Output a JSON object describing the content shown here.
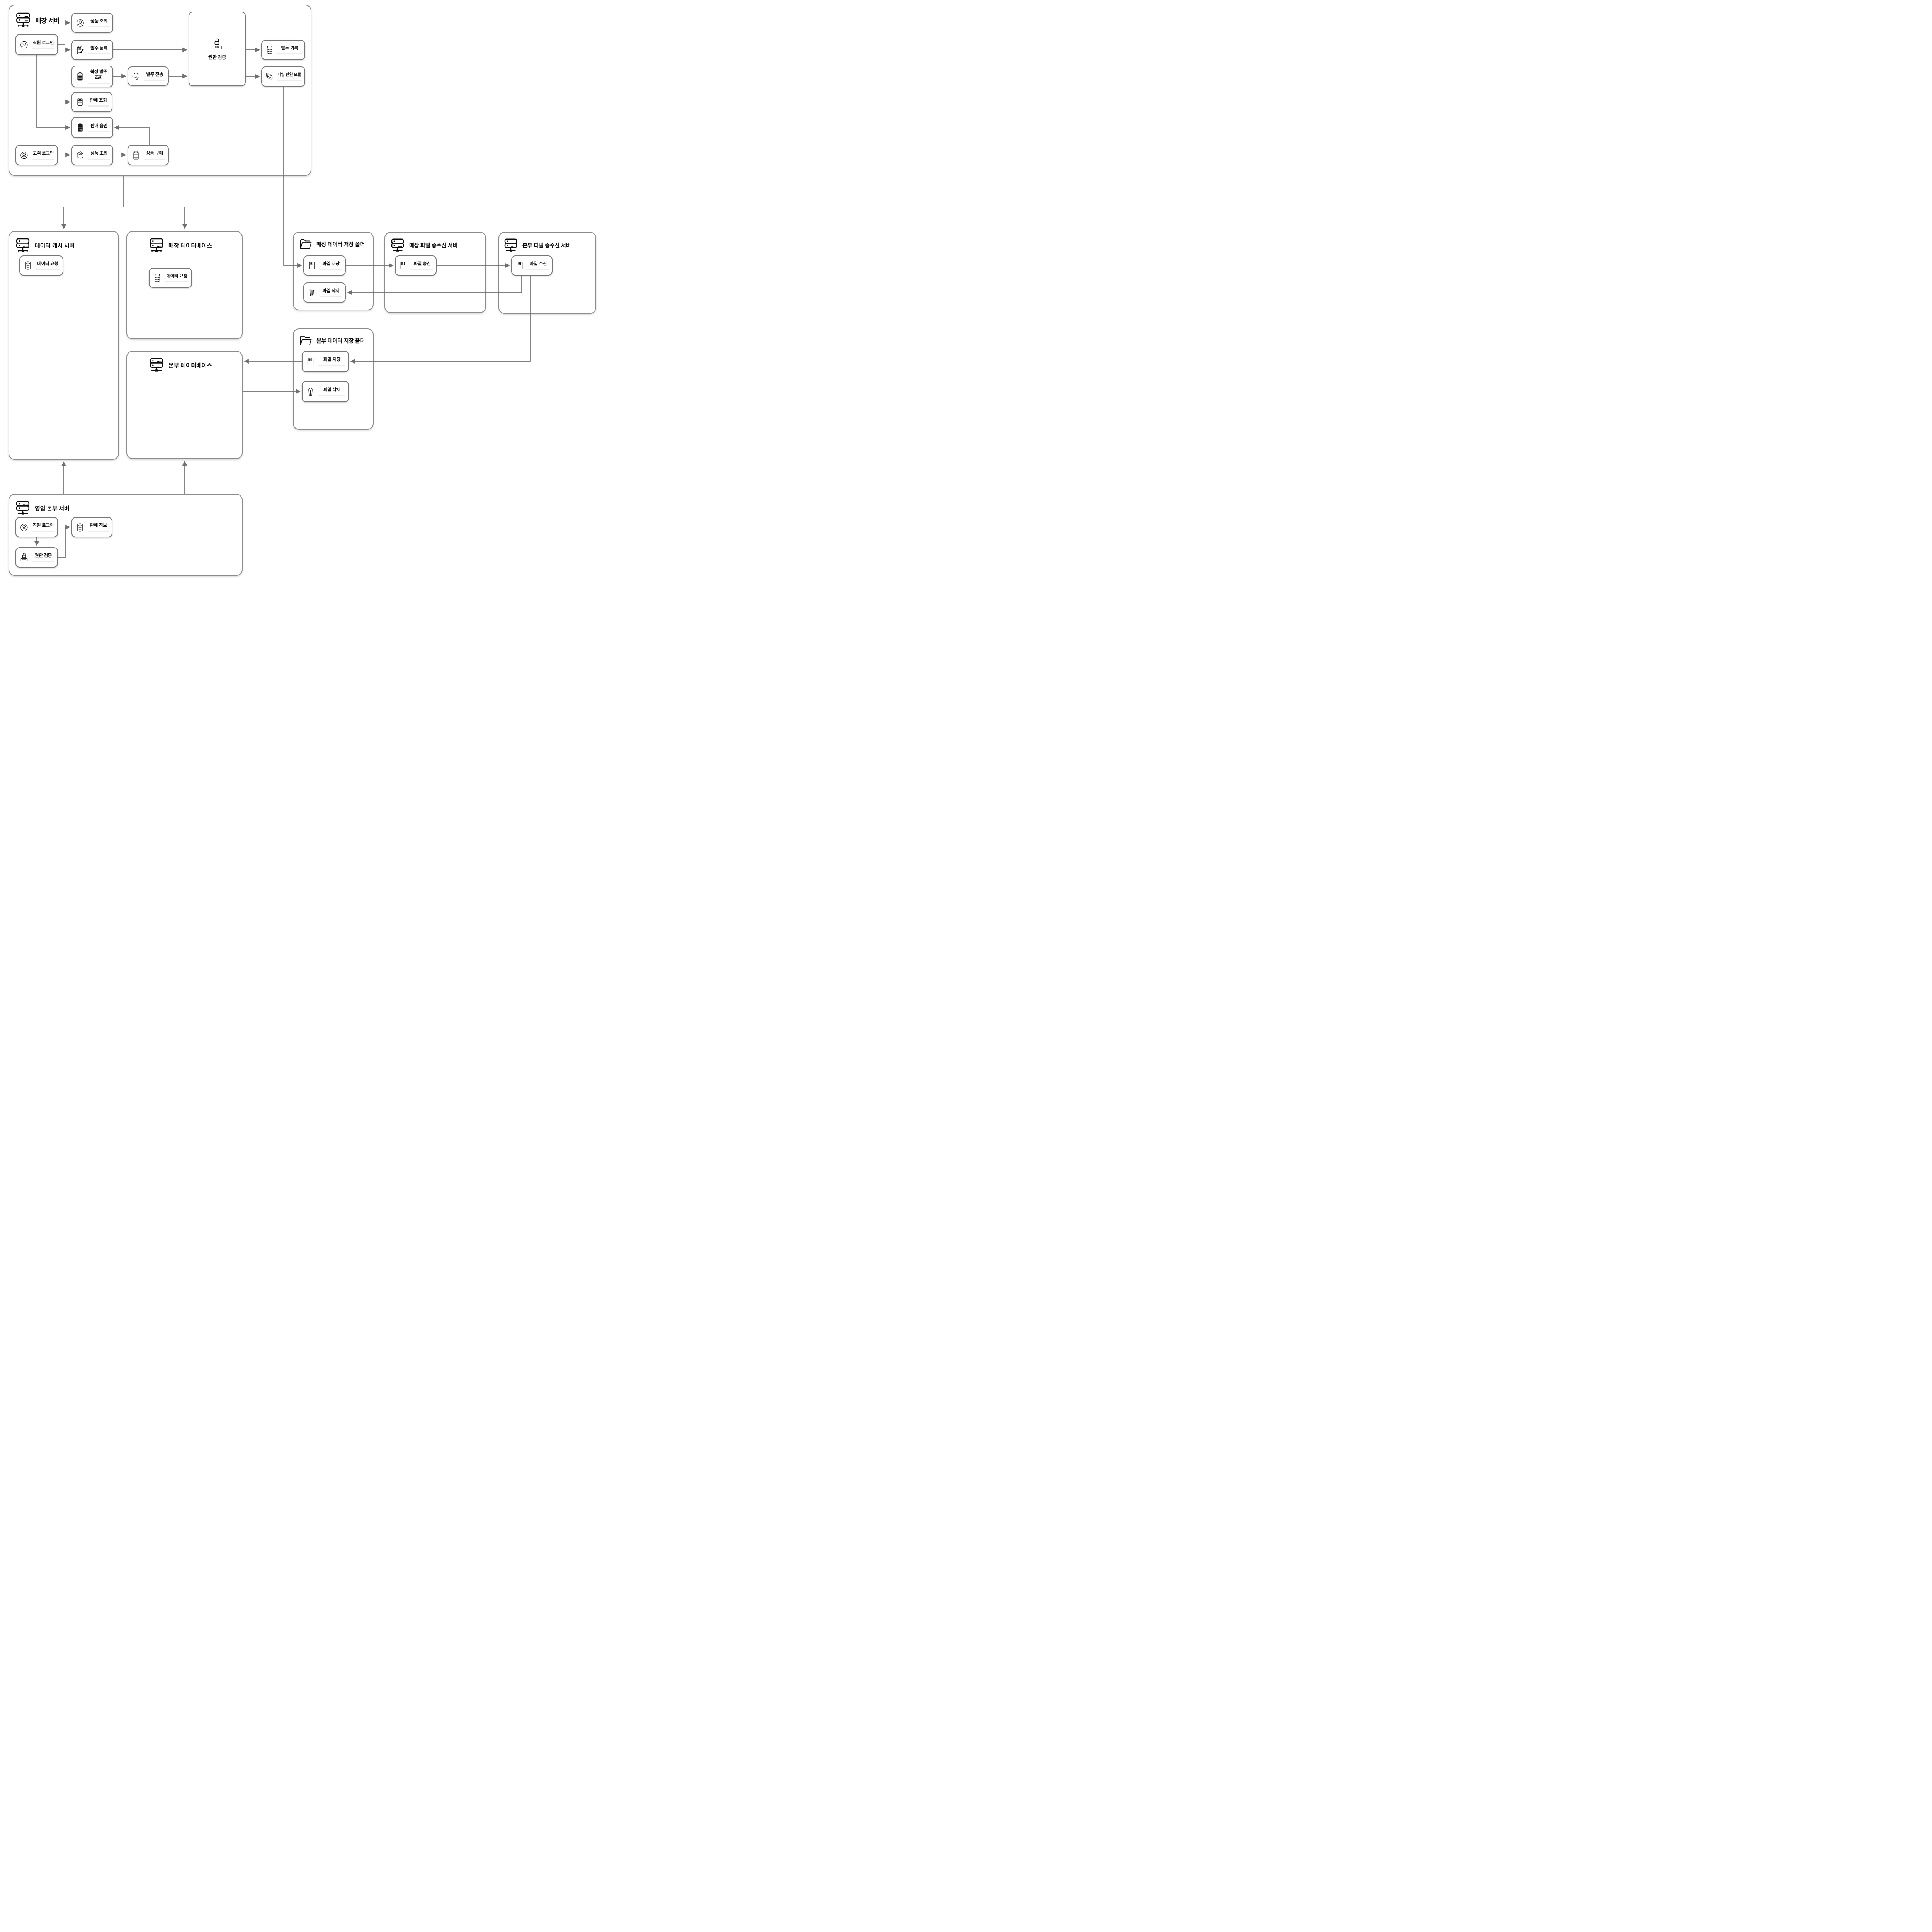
{
  "containers": {
    "store_server": {
      "title": "매장 서버",
      "nodes": {
        "employee_login": "직원 로그인",
        "product_lookup": "상품 조회",
        "order_register": "발주 등록",
        "confirmed_order_lookup": "확정 발주 조회",
        "order_send": "발주 전송",
        "auth_check": "권한 검증",
        "order_record": "발주 기록",
        "file_convert_module": "파일 변환 모듈",
        "sales_lookup": "판매 조회",
        "sales_approve": "판매 승인",
        "customer_login": "고객 로그인",
        "product_lookup_customer": "상품 조회",
        "product_purchase": "상품 구매"
      }
    },
    "data_cache_server": {
      "title": "데이터 캐시 서버",
      "nodes": {
        "data_request": "데이터 요청"
      }
    },
    "store_database": {
      "title": "매장 데이터베이스",
      "nodes": {
        "data_request": "데이터 요청"
      }
    },
    "store_data_folder": {
      "title": "매장 데이터 저장 폴더",
      "nodes": {
        "file_save": "파일 저장",
        "file_delete": "파일 삭제"
      }
    },
    "store_file_server": {
      "title": "매장 파일 송수신 서버",
      "nodes": {
        "file_send": "파일 송신"
      }
    },
    "hq_file_server": {
      "title": "본부 파일 송수신 서버",
      "nodes": {
        "file_receive": "파일 수신"
      }
    },
    "hq_data_folder": {
      "title": "본부 데이터 저장 폴더",
      "nodes": {
        "file_save": "파일 저장",
        "file_delete": "파일 삭제"
      }
    },
    "hq_database": {
      "title": "본부 데이터베이스"
    },
    "hq_sales_server": {
      "title": "영업 본부 서버",
      "nodes": {
        "employee_login": "직원 로그인",
        "sales_info": "판매 정보",
        "auth_check": "권한 검증"
      }
    }
  },
  "icons": {
    "password_mask": "***",
    "legend": {
      "server-icon": "rack server with network stand",
      "person-icon": "user avatar in circle",
      "clipboard-icon": "clipboard with lines",
      "clipboard-pencil-icon": "clipboard with pencil (register)",
      "clipboard-check-icon": "clipboard with checkmark (approve)",
      "package-box-icon": "3d package box",
      "database-icon": "database cylinder",
      "lock-password-icon": "open padlock over password field",
      "cloud-transfer-icon": "cloud with up/down arrows",
      "file-convert-icon": "document-image conversion arrows",
      "floppy-icon": "floppy disk",
      "trash-icon": "trash can",
      "folder-icon": "open folder"
    }
  },
  "edges": [
    {
      "from": "store.employee_login",
      "to": "store.product_lookup"
    },
    {
      "from": "store.employee_login",
      "to": "store.order_register"
    },
    {
      "from": "store.order_register",
      "to": "store.auth_check"
    },
    {
      "from": "store.confirmed_order_lookup",
      "to": "store.order_send"
    },
    {
      "from": "store.order_send",
      "to": "store.auth_check"
    },
    {
      "from": "store.auth_check",
      "to": "store.order_record"
    },
    {
      "from": "store.auth_check",
      "to": "store.file_convert_module"
    },
    {
      "from": "store.employee_login",
      "to": "store.sales_lookup"
    },
    {
      "from": "store.employee_login",
      "to": "store.sales_approve"
    },
    {
      "from": "store.customer_login",
      "to": "store.product_lookup_customer"
    },
    {
      "from": "store.product_lookup_customer",
      "to": "store.product_purchase"
    },
    {
      "from": "store.product_purchase",
      "to": "store.sales_approve"
    },
    {
      "from": "store_server",
      "to": "data_cache_server"
    },
    {
      "from": "store_server",
      "to": "store_database"
    },
    {
      "from": "store.file_convert_module",
      "to": "store_folder.file_save"
    },
    {
      "from": "store_folder.file_save",
      "to": "store_file_server.file_send"
    },
    {
      "from": "store_file_server.file_send",
      "to": "hq_file_server.file_receive"
    },
    {
      "from": "hq_file_server.file_receive",
      "to": "store_folder.file_delete"
    },
    {
      "from": "hq_file_server.file_receive",
      "to": "hq_folder.file_save"
    },
    {
      "from": "hq_folder.file_save",
      "to": "hq_database"
    },
    {
      "from": "hq_database",
      "to": "hq_folder.file_delete"
    },
    {
      "from": "hq_sales_server",
      "to": "data_cache_server"
    },
    {
      "from": "hq_sales_server",
      "to": "hq_database"
    },
    {
      "from": "hq.employee_login",
      "to": "hq.auth_check"
    },
    {
      "from": "hq.auth_check",
      "to": "hq.sales_info"
    }
  ],
  "colors": {
    "background": "#ffffff",
    "container_border": "#8c8c8c",
    "node_border": "#767676",
    "connector": "#6f6f6f",
    "icon_ink": "#0d0d0d",
    "label_underline": "#ececec",
    "text": "#121212"
  }
}
